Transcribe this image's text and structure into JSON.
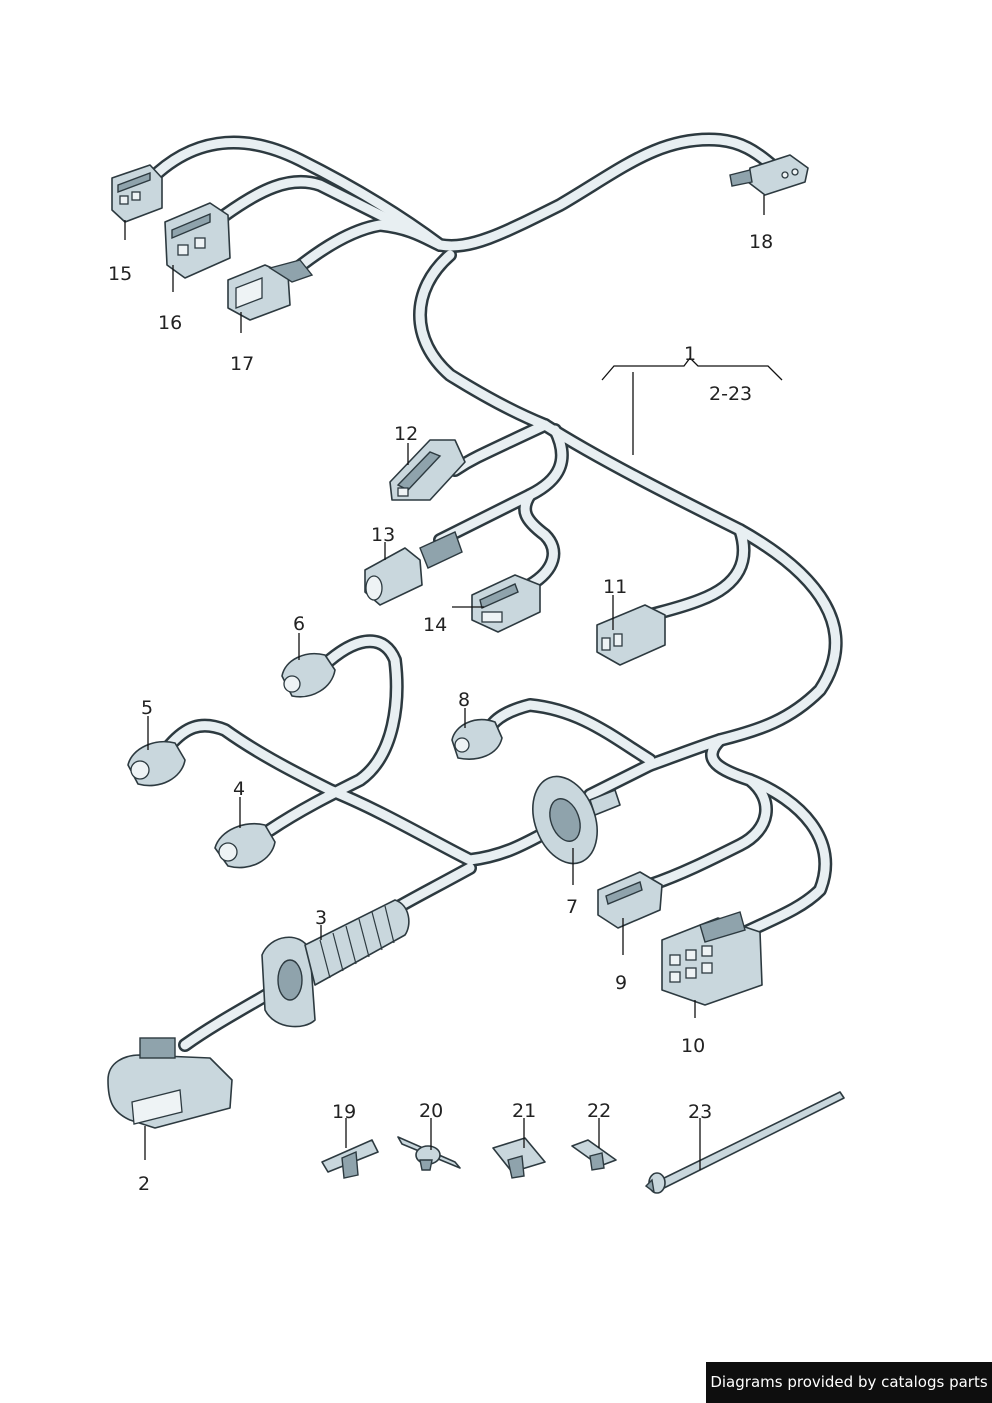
{
  "diagram": {
    "callouts": {
      "c1": "1",
      "c2_23": "2-23",
      "c2": "2",
      "c3": "3",
      "c4": "4",
      "c5": "5",
      "c6": "6",
      "c7": "7",
      "c8": "8",
      "c9": "9",
      "c10": "10",
      "c11": "11",
      "c12": "12",
      "c13": "13",
      "c14": "14",
      "c15": "15",
      "c16": "16",
      "c17": "17",
      "c18": "18",
      "c19": "19",
      "c20": "20",
      "c21": "21",
      "c22": "22",
      "c23": "23"
    },
    "colors": {
      "wire": "#e8eff2",
      "outline": "#2d3a40",
      "connector": "#c9d7dd"
    }
  },
  "footer": {
    "credit": "Diagrams provided by catalogs parts"
  }
}
